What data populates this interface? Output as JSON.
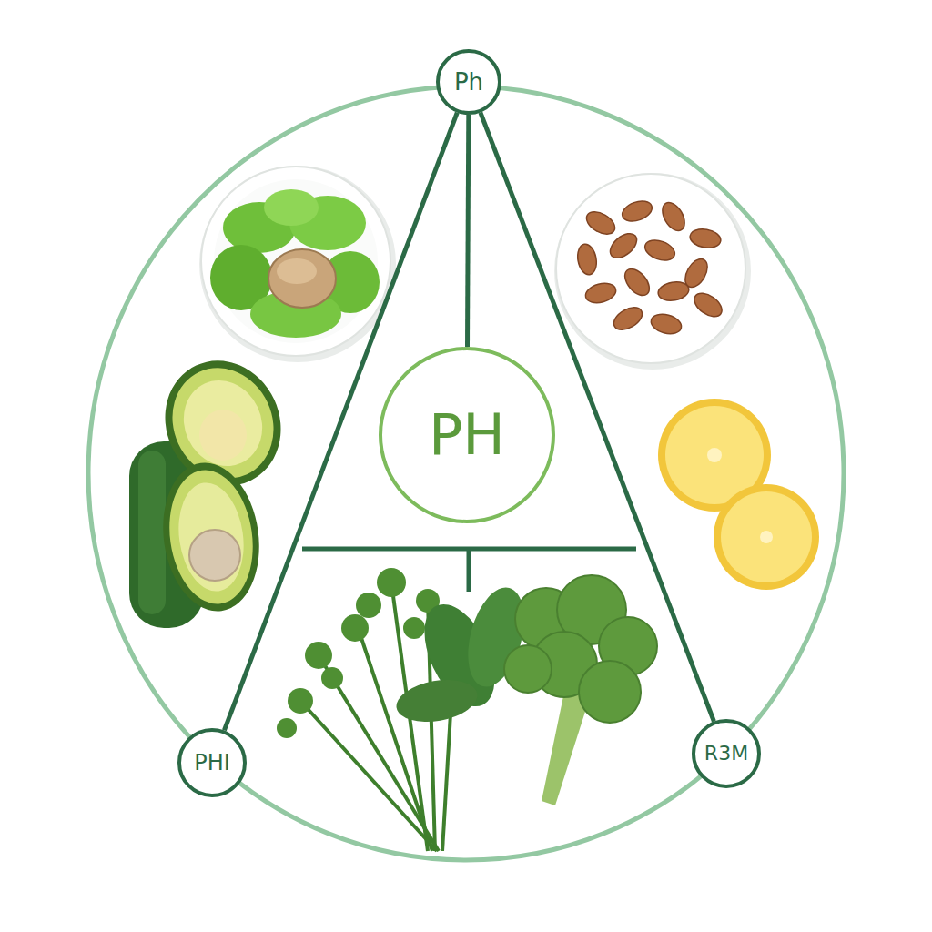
{
  "diagram": {
    "nodes": [
      {
        "text": [
          "Ph"
        ]
      },
      {
        "text": [
          "PH"
        ]
      },
      {
        "text": [
          "PHI"
        ]
      },
      {
        "text": [
          "R3M"
        ]
      }
    ],
    "edges": [
      {
        "from": 0,
        "to": 1,
        "arrow": "none"
      },
      {
        "from": 0,
        "to": 2,
        "arrow": "none"
      },
      {
        "from": 0,
        "to": 3,
        "arrow": "none"
      }
    ]
  }
}
